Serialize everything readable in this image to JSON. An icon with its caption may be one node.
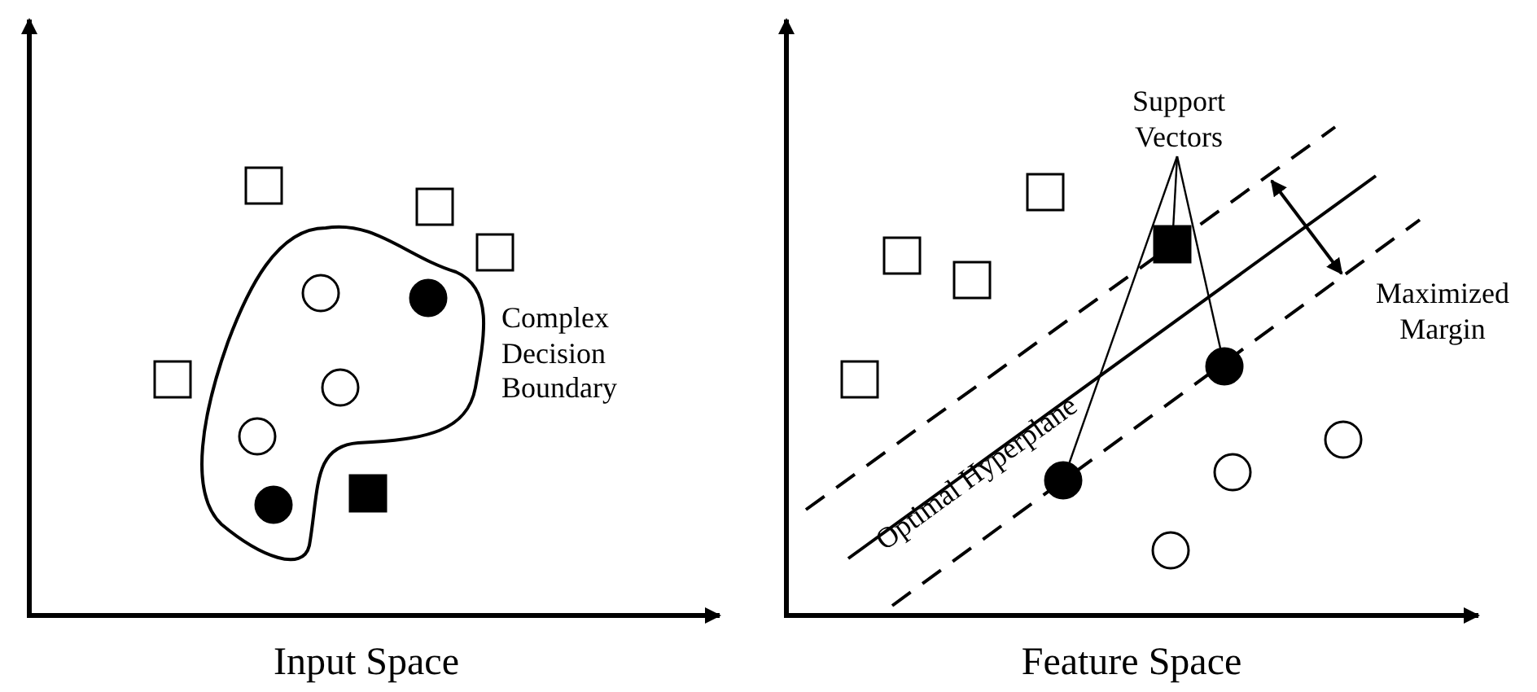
{
  "diagram": {
    "nodes": [
      {
        "text": [
          "Support Vectors"
        ]
      },
      {
        "text": [],
        "shape": "box"
      },
      {
        "text": [],
        "shape": "circle"
      },
      {
        "text": [],
        "shape": "circle"
      },
      {
        "text": [],
        "shape": "box"
      },
      {
        "text": [],
        "shape": "box"
      },
      {
        "text": [],
        "shape": "box"
      },
      {
        "text": [],
        "shape": "box"
      },
      {
        "text": [],
        "shape": "box"
      },
      {
        "text": [],
        "shape": "circle"
      },
      {
        "text": [],
        "shape": "circle"
      },
      {
        "text": [],
        "shape": "circle"
      },
      {
        "text": [],
        "shape": "circle"
      },
      {
        "text": [],
        "shape": "circle"
      },
      {
        "text": [],
        "shape": "box"
      },
      {
        "text": [],
        "shape": "box"
      },
      {
        "text": [],
        "shape": "box"
      },
      {
        "text": [],
        "shape": "box"
      },
      {
        "text": [],
        "shape": "circle"
      },
      {
        "text": [],
        "shape": "circle"
      },
      {
        "text": [],
        "shape": "circle"
      }
    ],
    "edges": [
      {
        "from": 0,
        "to": 1,
        "arrow": "none"
      },
      {
        "from": 0,
        "to": 2,
        "arrow": "none"
      },
      {
        "from": 0,
        "to": 3,
        "arrow": "none"
      }
    ],
    "labels": [
      "Complex Decision Boundary",
      "Maximized Margin",
      "Optimal Hyperplane",
      "Input Space",
      "Feature Space"
    ]
  }
}
